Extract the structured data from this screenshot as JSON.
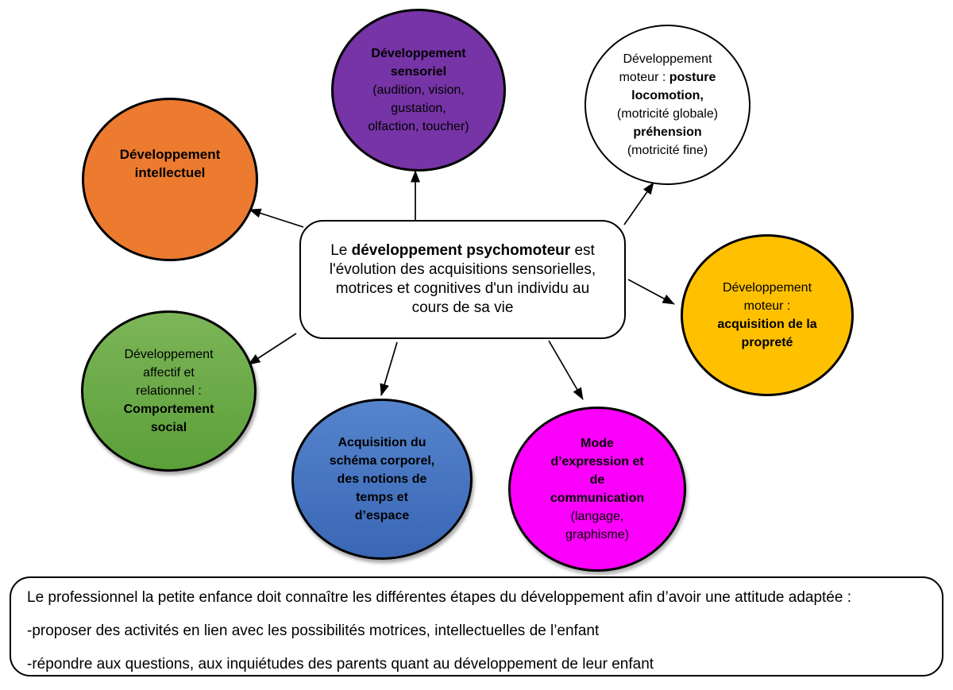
{
  "center_box": {
    "prefix": "Le ",
    "bold": "développement psychomoteur",
    "suffix": " est l'évolution des acquisitions sensorielles, motrices et cognitives d'un individu au cours de sa vie"
  },
  "nodes": {
    "sensoriel": {
      "color": "#7634A6",
      "lines": [
        "Développement",
        "sensoriel",
        "(audition, vision,",
        "gustation,",
        "olfaction, toucher)"
      ]
    },
    "moteur_posture": {
      "color": "#FFFFFF",
      "line1": "Développement",
      "line2_regular": "moteur : ",
      "line2_bold": "posture",
      "line3": "locomotion,",
      "line4": "(motricité globale)",
      "line5": "préhension",
      "line6": "(motricité fine)"
    },
    "intellectuel": {
      "color": "#EC7B30",
      "lines": [
        "Développement",
        "intellectuel"
      ]
    },
    "proprete": {
      "color": "#FFC000",
      "lines": [
        "Développement",
        "moteur :",
        "acquisition de la",
        "propreté"
      ]
    },
    "affectif": {
      "color": "#6BAB48",
      "lines": [
        "Développement",
        "affectif et",
        "relationnel :",
        "Comportement",
        "social"
      ]
    },
    "schema": {
      "color": "#4573C1",
      "lines": [
        "Acquisition du",
        "schéma corporel,",
        "des notions de",
        "temps et",
        "d’espace"
      ]
    },
    "expression": {
      "color": "#FB00FB",
      "lines": [
        "Mode",
        "d’expression et",
        "de",
        "communication",
        "(langage,",
        "graphisme)"
      ]
    }
  },
  "bottom_box": {
    "lines": [
      "Le professionnel la petite enfance doit connaître les différentes étapes du développement afin d’avoir une attitude adaptée :",
      "-proposer des activités en lien avec les possibilités motrices, intellectuelles de l’enfant",
      "-répondre aux questions, aux inquiétudes des parents quant au développement de leur enfant"
    ]
  }
}
